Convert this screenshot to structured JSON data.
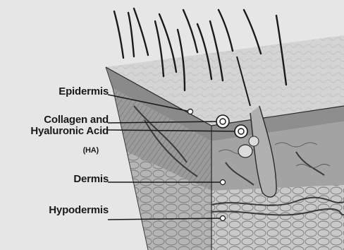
{
  "diagram": {
    "labels": {
      "epidermis": "Epidermis",
      "collagen_line1": "Collagen and",
      "collagen_line2": "Hyaluronic Acid",
      "collagen_abbr": "(HA)",
      "dermis": "Dermis",
      "hypodermis": "Hypodermis"
    },
    "colors": {
      "background": "#e6e6e6",
      "surface": "#d4d4d4",
      "epidermis_section": "#8a8a8a",
      "dermis_section": "#a3a3a3",
      "hypodermis_section": "#c9c9c9",
      "line": "#1a1a1a"
    }
  }
}
